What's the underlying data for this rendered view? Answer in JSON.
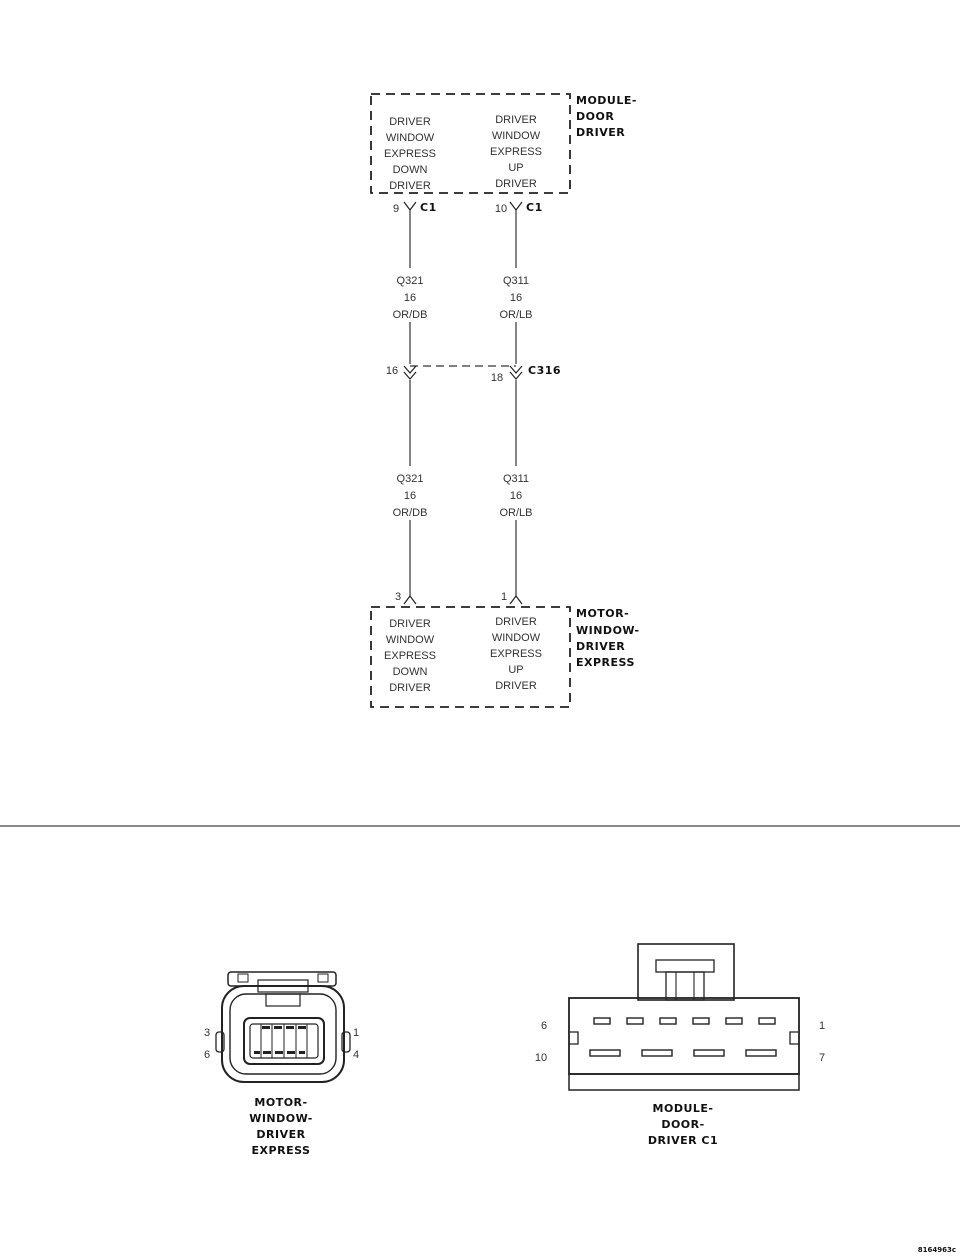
{
  "module_door_driver": {
    "name": [
      "MODULE-",
      "DOOR",
      "DRIVER"
    ],
    "pin9_text": [
      "DRIVER",
      "WINDOW",
      "EXPRESS",
      "DOWN",
      "DRIVER"
    ],
    "pin10_text": [
      "DRIVER",
      "WINDOW",
      "EXPRESS",
      "UP",
      "DRIVER"
    ],
    "pin_left": "9",
    "pin_right": "10",
    "connector_left": "C1",
    "connector_right": "C1"
  },
  "wire_upper_left": {
    "circuit": "Q321",
    "gauge": "16",
    "color": "OR/DB"
  },
  "wire_upper_right": {
    "circuit": "Q311",
    "gauge": "16",
    "color": "OR/LB"
  },
  "inline_connector": {
    "name": "C316",
    "pin_left": "16",
    "pin_right": "18"
  },
  "wire_lower_left": {
    "circuit": "Q321",
    "gauge": "16",
    "color": "OR/DB"
  },
  "wire_lower_right": {
    "circuit": "Q311",
    "gauge": "16",
    "color": "OR/LB"
  },
  "motor_window_driver_express": {
    "name": [
      "MOTOR-",
      "WINDOW-",
      "DRIVER",
      "EXPRESS"
    ],
    "pin3_text": [
      "DRIVER",
      "WINDOW",
      "EXPRESS",
      "DOWN",
      "DRIVER"
    ],
    "pin1_text": [
      "DRIVER",
      "WINDOW",
      "EXPRESS",
      "UP",
      "DRIVER"
    ],
    "pin_left": "3",
    "pin_right": "1"
  },
  "connector_view_motor": {
    "label": [
      "MOTOR-",
      "WINDOW-",
      "DRIVER",
      "EXPRESS"
    ],
    "pin_top_left": "3",
    "pin_bottom_left": "6",
    "pin_top_right": "1",
    "pin_bottom_right": "4"
  },
  "connector_view_module": {
    "label": [
      "MODULE-",
      "DOOR-",
      "DRIVER C1"
    ],
    "pin_top_left": "6",
    "pin_bottom_left": "10",
    "pin_top_right": "1",
    "pin_bottom_right": "7"
  },
  "figure_id": "8164963c"
}
